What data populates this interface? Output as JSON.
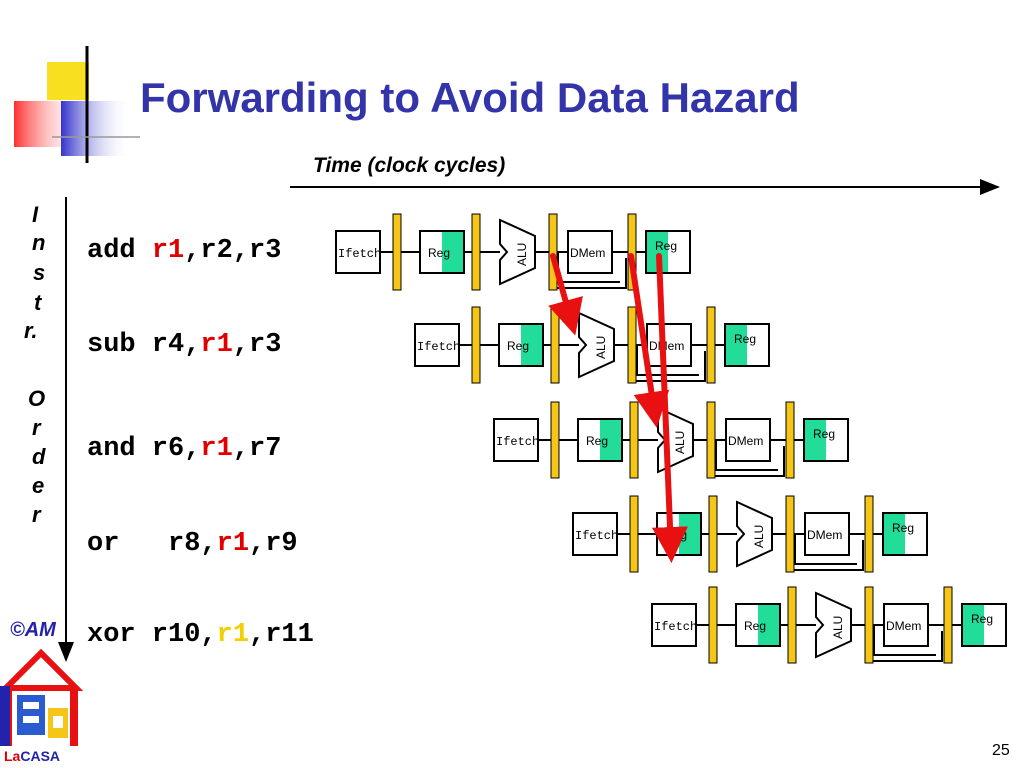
{
  "title": "Forwarding to Avoid Data Hazard",
  "time_axis_label": "Time (clock cycles)",
  "instr_order_label": [
    "I",
    "n",
    "s",
    "t",
    "r.",
    "O",
    "r",
    "d",
    "e",
    "r"
  ],
  "instructions": [
    {
      "op": "add ",
      "pre": "",
      "reg": "r1",
      "post": ",r2,r3"
    },
    {
      "op": "sub ",
      "pre": "r4,",
      "reg": "r1",
      "post": ",r3"
    },
    {
      "op": "and ",
      "pre": "r6,",
      "reg": "r1",
      "post": ",r7"
    },
    {
      "op": "or   ",
      "pre": "r8,",
      "reg": "r1",
      "post": ",r9"
    },
    {
      "op": "xor ",
      "pre": "r10,",
      "reg": "r1",
      "post": ",r11"
    }
  ],
  "stages": {
    "fetch": "Ifetch",
    "reg": "Reg",
    "alu": "ALU",
    "mem": "DMem",
    "wb": "Reg"
  },
  "copyright": "©AM",
  "logo_text": {
    "la": "La",
    "casa": "CASA"
  },
  "page_number": "25",
  "colors": {
    "title": "#3333aa",
    "latch": "#f5c518",
    "reg_highlight": "#22dd99",
    "forward_arrow": "#e81010",
    "highlight_reg_red": "#e00000",
    "highlight_reg_yellow": "#f2d000"
  }
}
